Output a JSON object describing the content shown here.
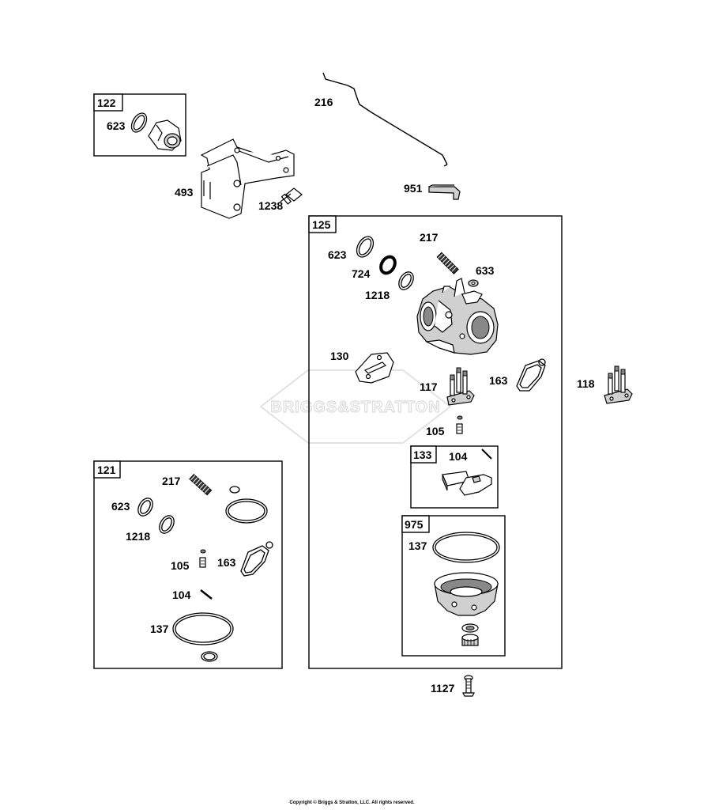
{
  "watermark": {
    "brand": "BRIGGS&STRATTON"
  },
  "kits": [
    {
      "id": "122",
      "label": "122"
    },
    {
      "id": "125",
      "label": "125"
    },
    {
      "id": "121",
      "label": "121"
    },
    {
      "id": "133",
      "label": "133"
    },
    {
      "id": "975",
      "label": "975"
    }
  ],
  "callouts": {
    "k122_623": "623",
    "bracket_493": "493",
    "screw_1238": "1238",
    "link_216": "216",
    "lever_951": "951",
    "k125_623": "623",
    "k125_724": "724",
    "k125_1218": "1218",
    "k125_217": "217",
    "k125_633": "633",
    "k125_130": "130",
    "k125_117": "117",
    "k125_163": "163",
    "k125_105": "105",
    "k133_104": "104",
    "k975_137": "137",
    "part_118": "118",
    "screw_1127": "1127",
    "k121_217": "217",
    "k121_623": "623",
    "k121_1218": "1218",
    "k121_105": "105",
    "k121_163": "163",
    "k121_104": "104",
    "k121_137": "137"
  },
  "footer": {
    "copyright": "Copyright © Briggs & Stratton, LLC. All rights reserved."
  }
}
